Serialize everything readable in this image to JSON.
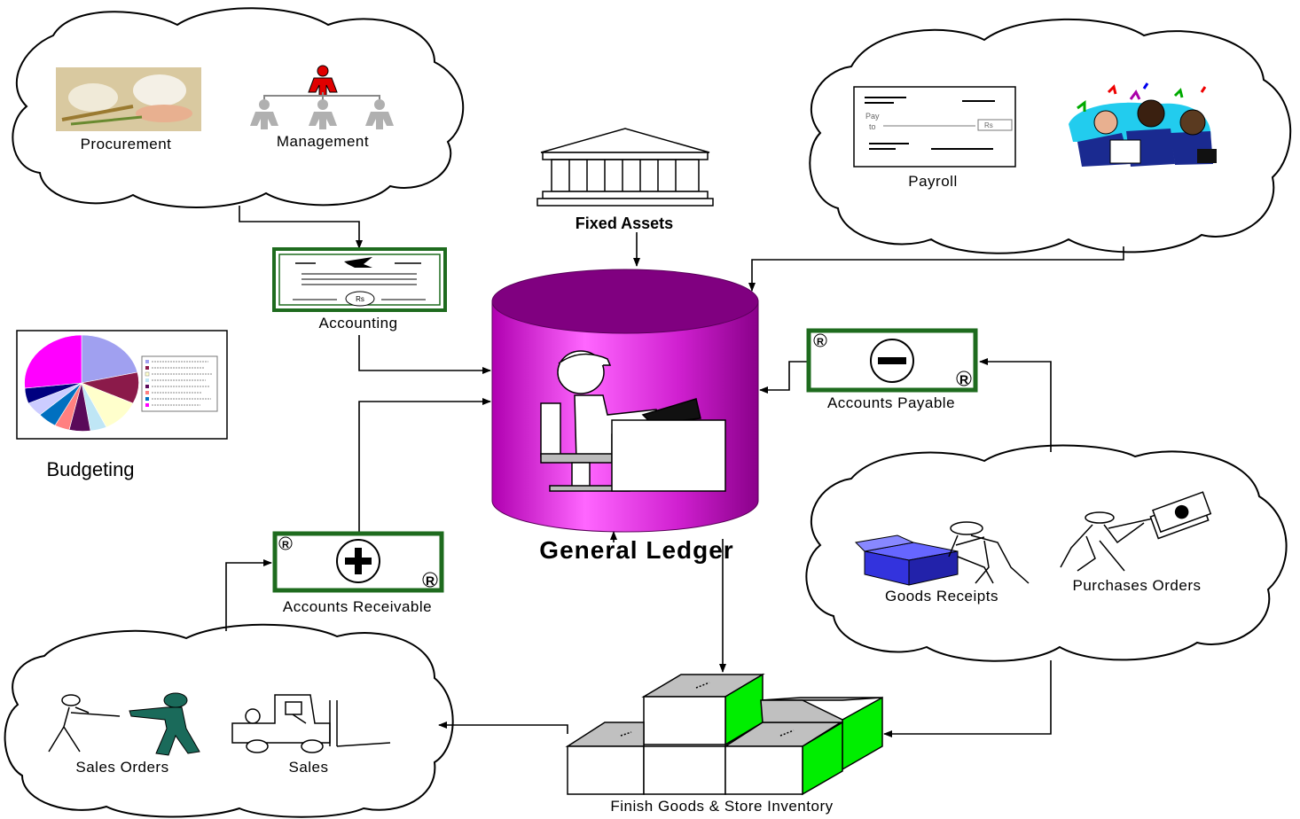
{
  "diagram": {
    "title": "General Ledger",
    "nodes": {
      "procurement": "Procurement",
      "management": "Management",
      "fixed_assets": "Fixed Assets",
      "payroll": "Payroll",
      "accounting": "Accounting",
      "budgeting": "Budgeting",
      "accounts_payable": "Accounts Payable",
      "accounts_receivable": "Accounts Receivable",
      "goods_receipts": "Goods Receipts",
      "purchases_orders": "Purchases Orders",
      "sales_orders": "Sales Orders",
      "sales": "Sales",
      "inventory": "Finish Goods & Store Inventory"
    },
    "icon_text": {
      "check_pay": "Pay",
      "check_to": "to",
      "check_amount": "Rs",
      "certificate_seal": "Rs",
      "r_mark": "R"
    },
    "colors": {
      "ledger": "#cc33cc",
      "ledger_top": "#800080",
      "frame_green": "#1e6b1e",
      "inventory_green": "#00ee00",
      "box_blue": "#3333dd"
    }
  }
}
